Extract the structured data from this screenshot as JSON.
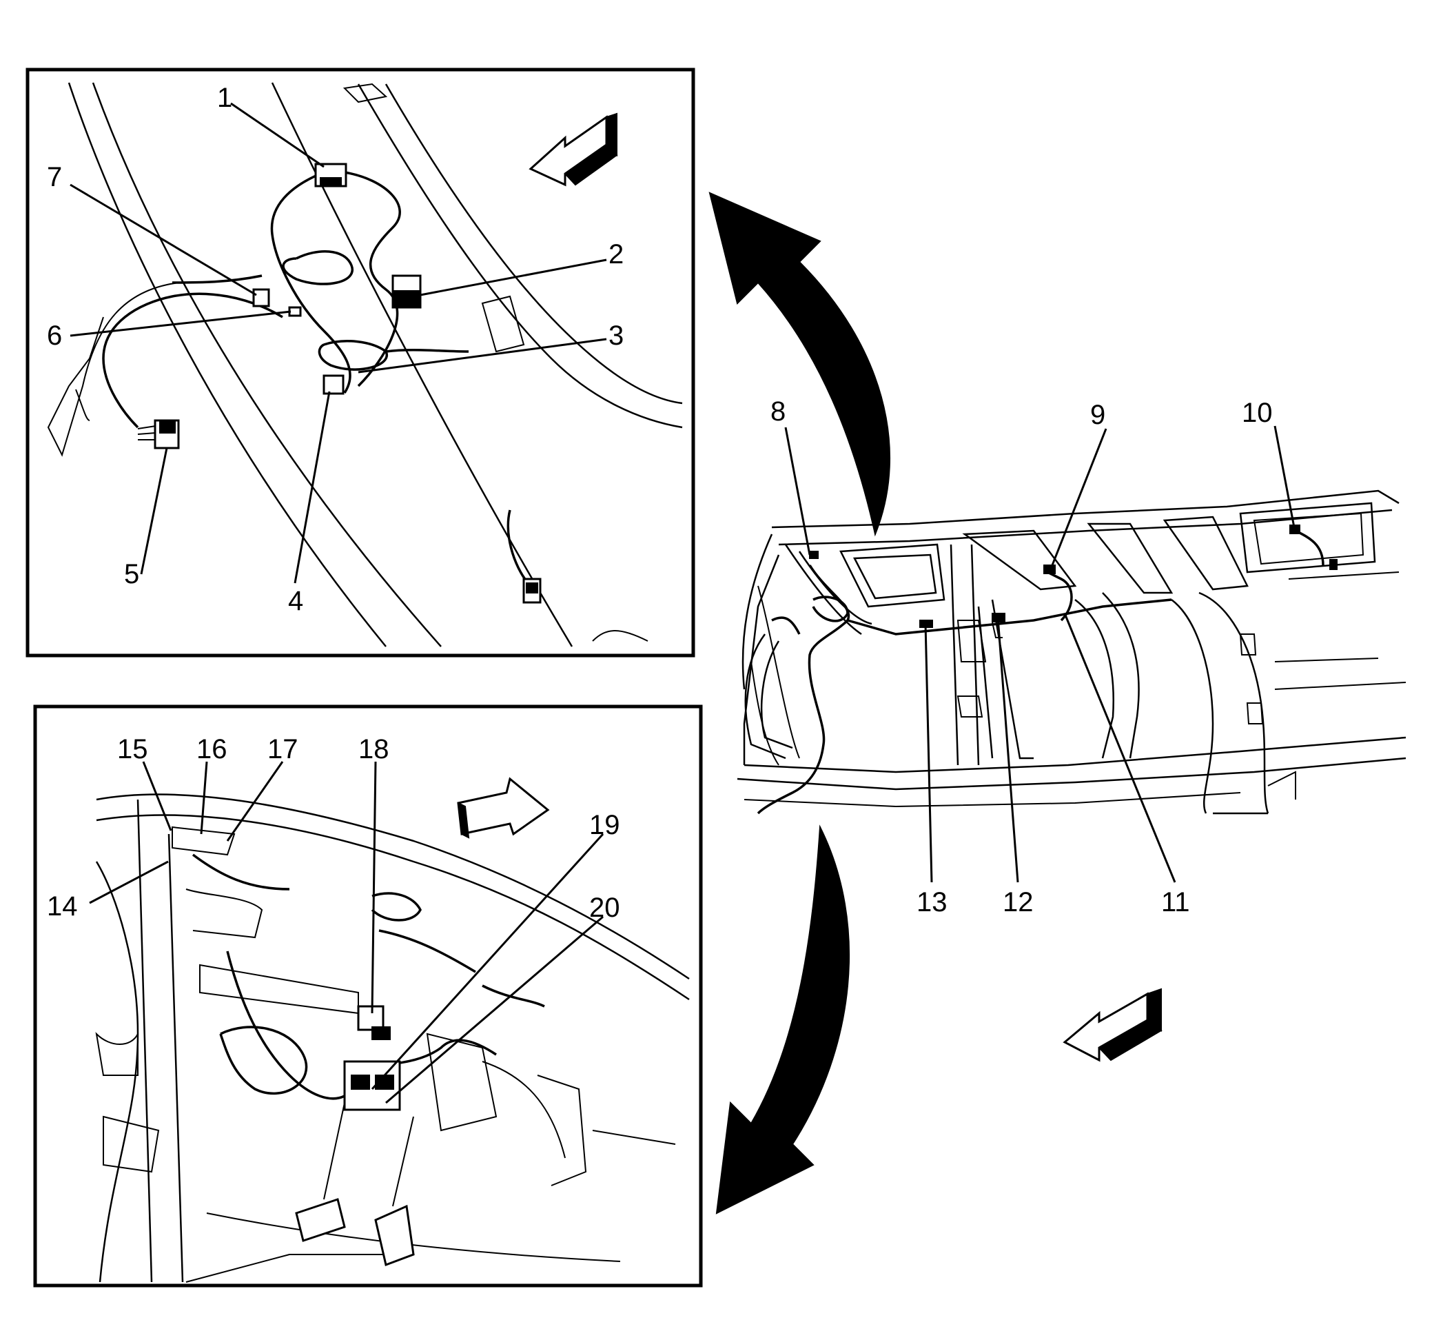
{
  "callouts": {
    "c1": "1",
    "c2": "2",
    "c3": "3",
    "c4": "4",
    "c5": "5",
    "c6": "6",
    "c7": "7",
    "c8": "8",
    "c9": "9",
    "c10": "10",
    "c11": "11",
    "c12": "12",
    "c13": "13",
    "c14": "14",
    "c15": "15",
    "c16": "16",
    "c17": "17",
    "c18": "18",
    "c19": "19",
    "c20": "20"
  },
  "icons": {
    "view_arrow": "view-direction-arrow-icon",
    "curved_arrow": "curved-pointer-arrow-icon"
  },
  "colors": {
    "ink": "#000000",
    "paper": "#ffffff"
  }
}
